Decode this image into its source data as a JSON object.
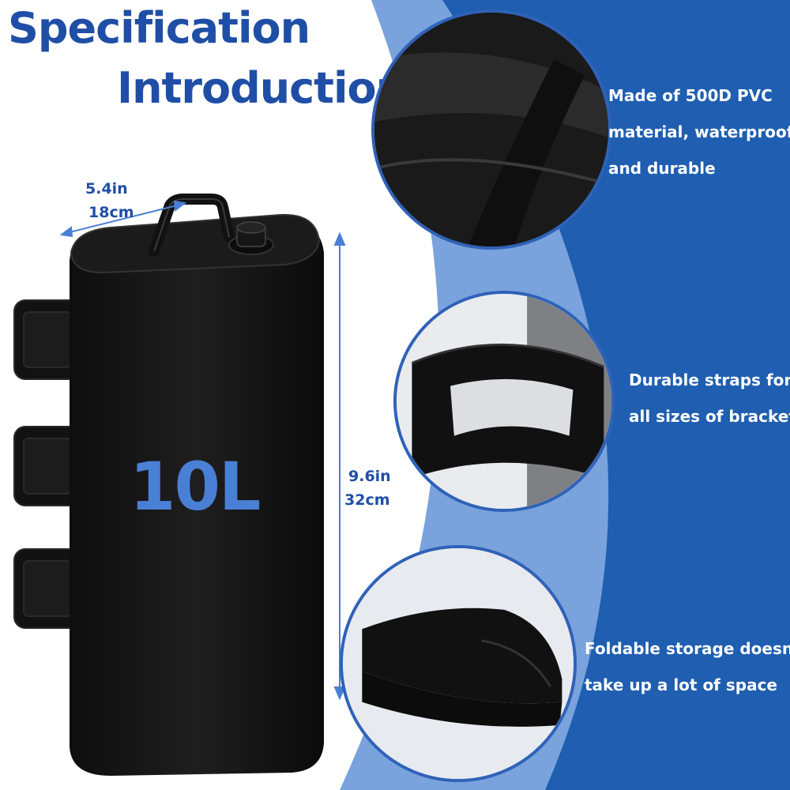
{
  "title": {
    "line1": "Specification",
    "line2": "Introduction"
  },
  "product": {
    "volume_label": "10L",
    "width_in": "5.4in",
    "width_cm": "18cm",
    "height_in": "9.6in",
    "height_cm": "32cm"
  },
  "features": [
    {
      "lines": [
        "Made of 500D PVC",
        "material, waterproof",
        "and durable"
      ],
      "icon": "fabric-closeup-image"
    },
    {
      "lines": [
        "Durable straps for",
        "all sizes of brackets"
      ],
      "icon": "strap-closeup-image"
    },
    {
      "lines": [
        "Foldable storage doesn't",
        "take up a lot of space"
      ],
      "icon": "folded-bag-image"
    }
  ],
  "colors": {
    "title_blue": "#1f4ea6",
    "light_blue": "#7aa2dc",
    "dark_blue": "#1f5eb0",
    "bag_black": "#151515",
    "volume_blue": "#4a7fd6"
  }
}
